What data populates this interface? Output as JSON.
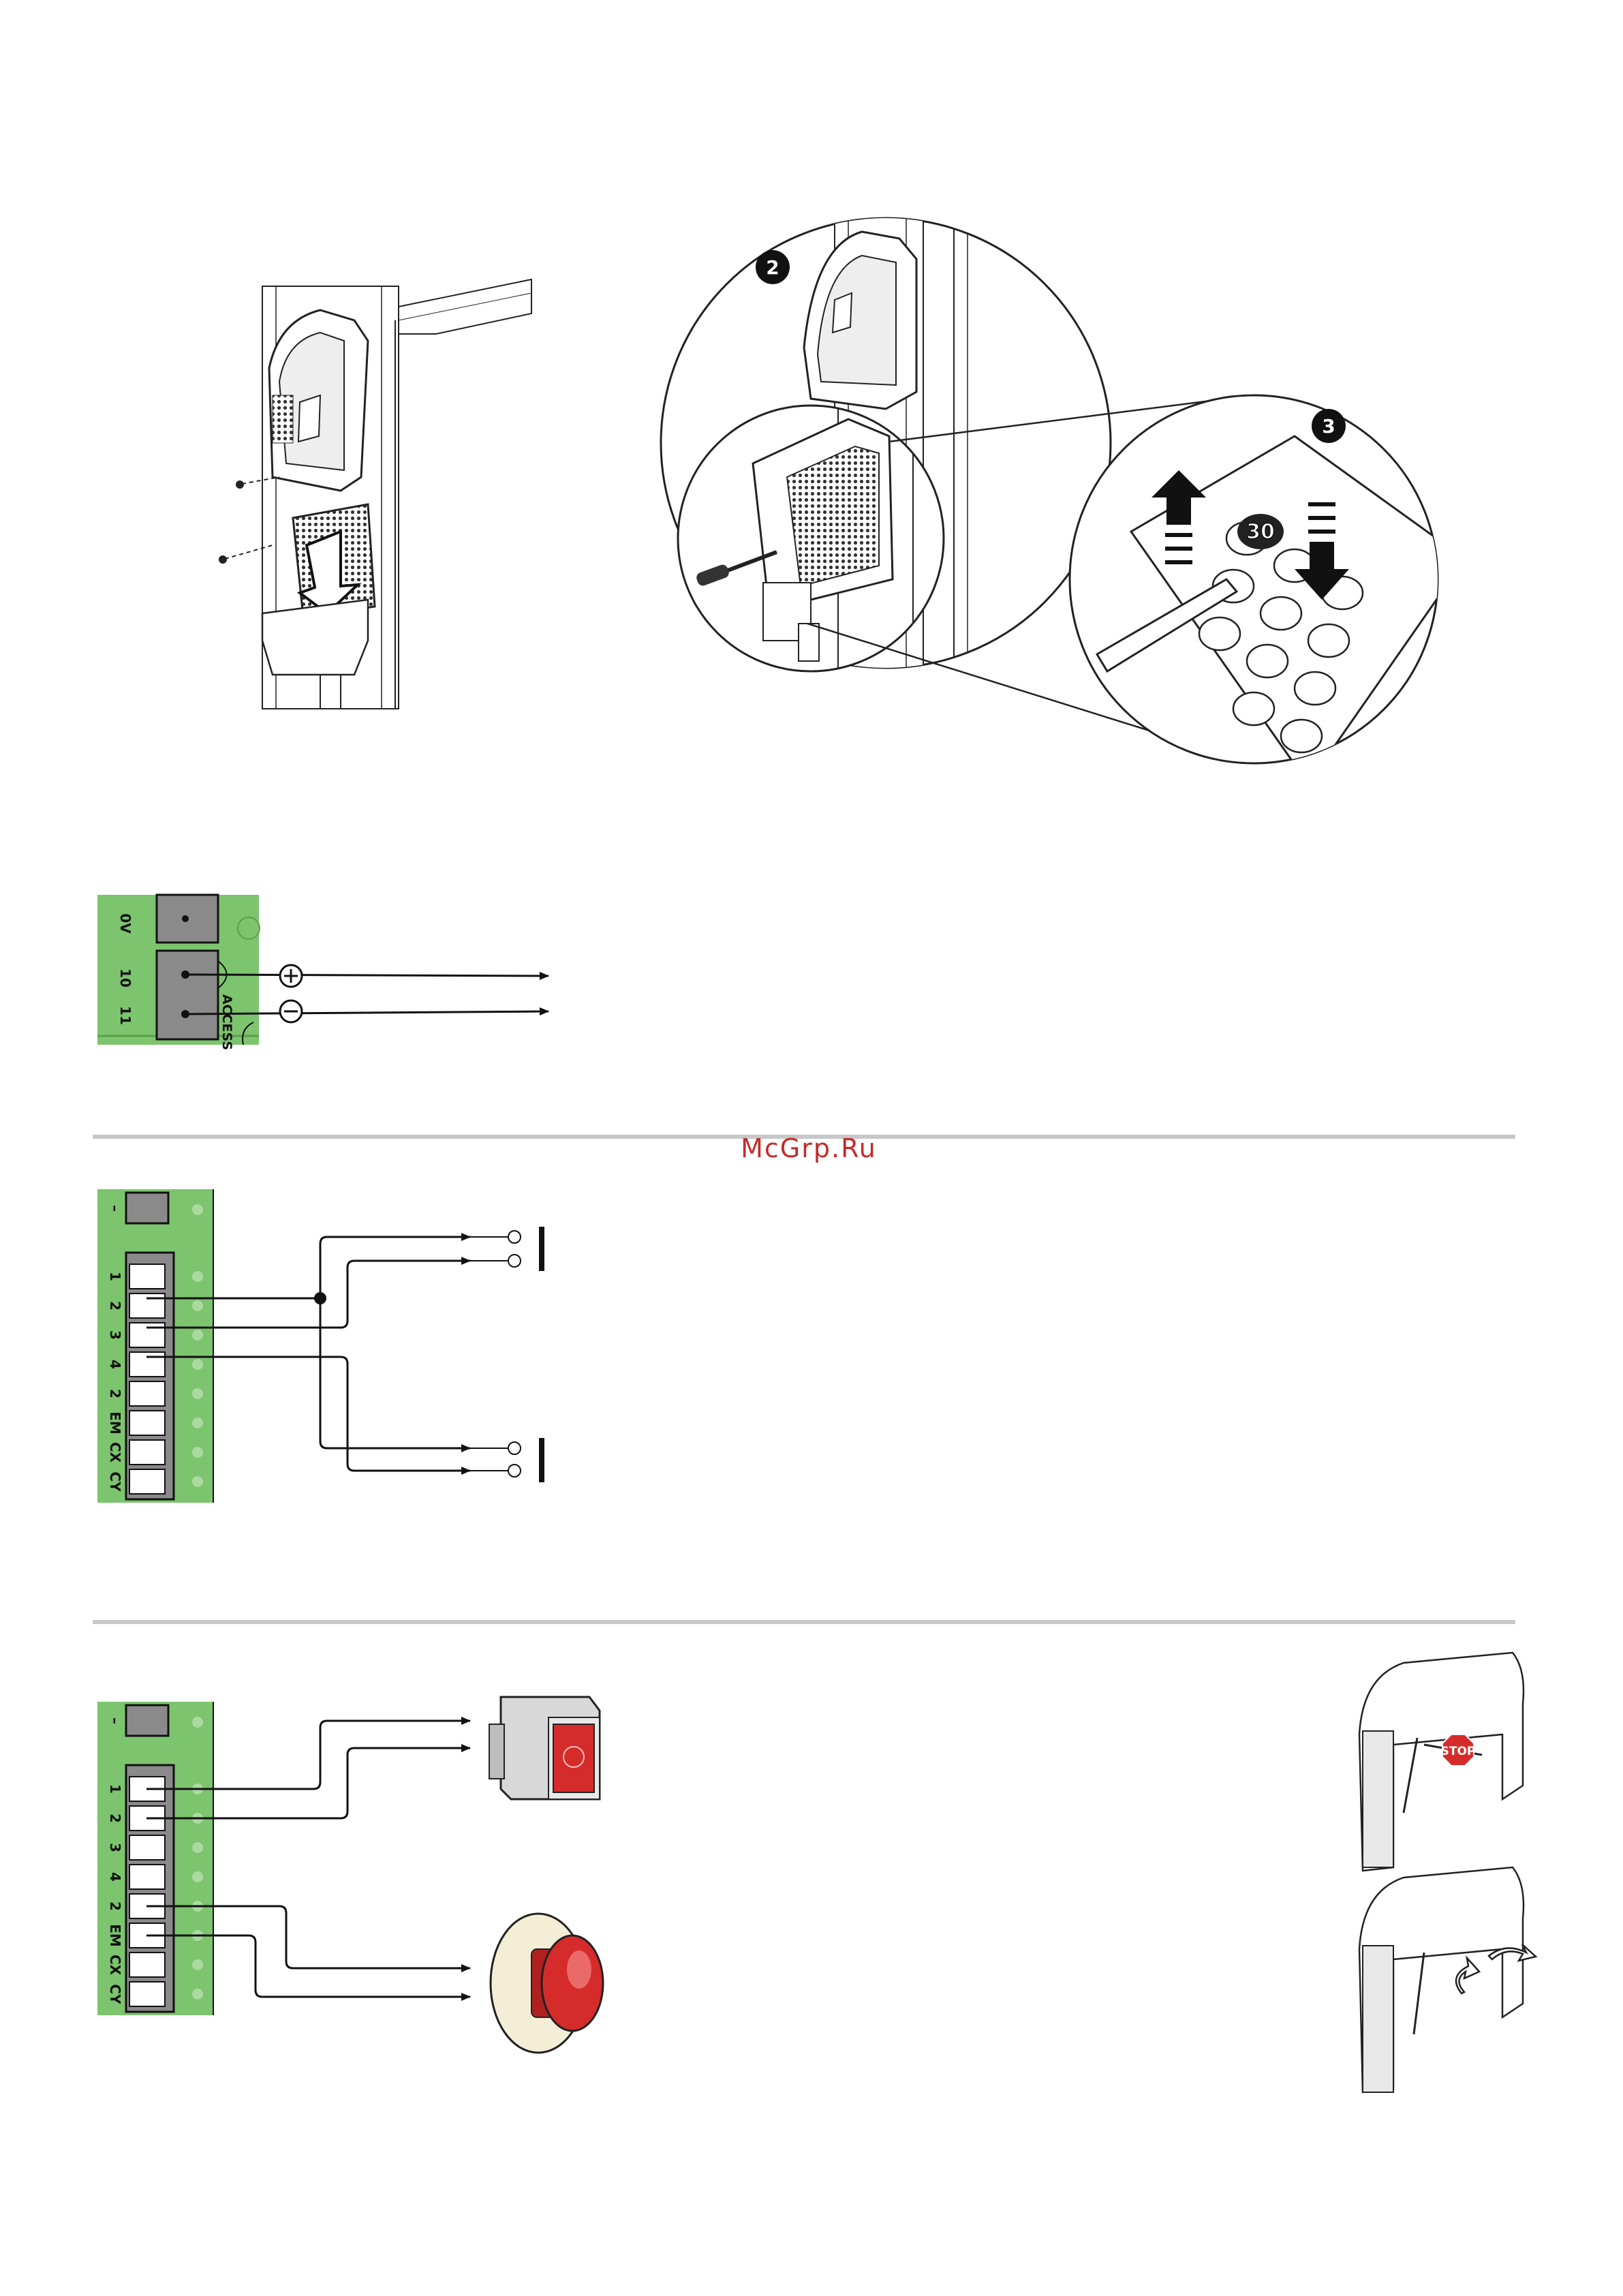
{
  "watermark": "McGrp.Ru",
  "figure1": {
    "step2": "2",
    "step3": "3",
    "dip_number": "30"
  },
  "power_terminal": {
    "labels": [
      "0V",
      "10",
      "11"
    ],
    "board_text": "ACCESS",
    "plus_symbol": "⊕",
    "minus_symbol": "⊖"
  },
  "buttons_terminal": {
    "labels": [
      "–",
      "1",
      "2",
      "3",
      "4",
      "2",
      "EM",
      "CX",
      "CY"
    ]
  },
  "stop_terminal": {
    "labels": [
      "–",
      "1",
      "2",
      "3",
      "4",
      "2",
      "EM",
      "CX",
      "CY"
    ],
    "stop_sign": "STOP"
  },
  "colors": {
    "board_green": "#7dc46e",
    "button_red": "#d62b2b",
    "divider": "#c8c8c8",
    "watermark": "#c42a2a"
  }
}
